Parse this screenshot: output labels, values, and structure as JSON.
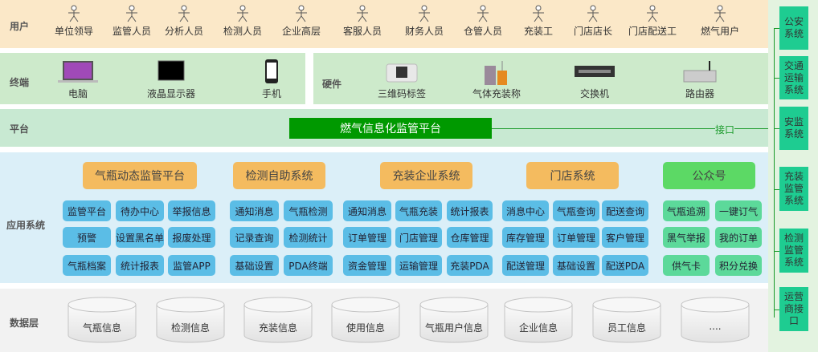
{
  "layers": {
    "users": "用户",
    "terminal": "终端",
    "hardware": "硬件",
    "platform": "平台",
    "apps": "应用系统",
    "data": "数据层"
  },
  "users": [
    "单位领导",
    "监管人员",
    "分析人员",
    "检测人员",
    "企业高层",
    "客服人员",
    "财务人员",
    "仓管人员",
    "充装工",
    "门店店长",
    "门店配送工",
    "燃气用户"
  ],
  "terminals": [
    "电脑",
    "液晶显示器",
    "手机"
  ],
  "hardware": [
    "三维码标签",
    "气体充装称",
    "交换机",
    "路由器"
  ],
  "platform": {
    "title": "燃气信息化监管平台",
    "interface": "接口"
  },
  "systems": [
    {
      "name": "气瓶动态监管平台",
      "modules": [
        [
          "监管平台",
          "待办中心",
          "举报信息"
        ],
        [
          "预警",
          "设置黑名单",
          "报废处理"
        ],
        [
          "气瓶档案",
          "统计报表",
          "监管APP"
        ]
      ]
    },
    {
      "name": "检测自助系统",
      "modules": [
        [
          "通知消息",
          "气瓶检测"
        ],
        [
          "记录查询",
          "检测统计"
        ],
        [
          "基础设置",
          "PDA终端"
        ]
      ]
    },
    {
      "name": "充装企业系统",
      "modules": [
        [
          "通知消息",
          "气瓶充装",
          "统计报表"
        ],
        [
          "订单管理",
          "门店管理",
          "仓库管理"
        ],
        [
          "资金管理",
          "运输管理",
          "充装PDA"
        ]
      ]
    },
    {
      "name": "门店系统",
      "modules": [
        [
          "消息中心",
          "气瓶查询",
          "配送查询"
        ],
        [
          "库存管理",
          "订单管理",
          "客户管理"
        ],
        [
          "配送管理",
          "基础设置",
          "配送PDA"
        ]
      ]
    },
    {
      "name": "公众号",
      "modules": [
        [
          "气瓶追溯",
          "一键订气"
        ],
        [
          "黑气举报",
          "我的订单"
        ],
        [
          "供气卡",
          "积分兑换"
        ]
      ]
    }
  ],
  "databases": [
    "气瓶信息",
    "检测信息",
    "充装信息",
    "使用信息",
    "气瓶用户信息",
    "企业信息",
    "员工信息",
    "...."
  ],
  "external": [
    "公安系统",
    "交通运输系统",
    "安监系统",
    "充装监管系统",
    "检测监管系统",
    "运营商接口"
  ],
  "colors": {
    "users_bg": "#fbe8c8",
    "terminal_bg": "#cdeacb",
    "platform_bg": "#c8e9d2",
    "platform_bar": "#009900",
    "apps_bg": "#dbeff8",
    "data_bg": "#f2f2f2",
    "system_header": "#f4bb5f",
    "public_header": "#5cd965",
    "module": "#5bbde6",
    "public_module": "#5cd99a",
    "external": "#1ecc91"
  }
}
